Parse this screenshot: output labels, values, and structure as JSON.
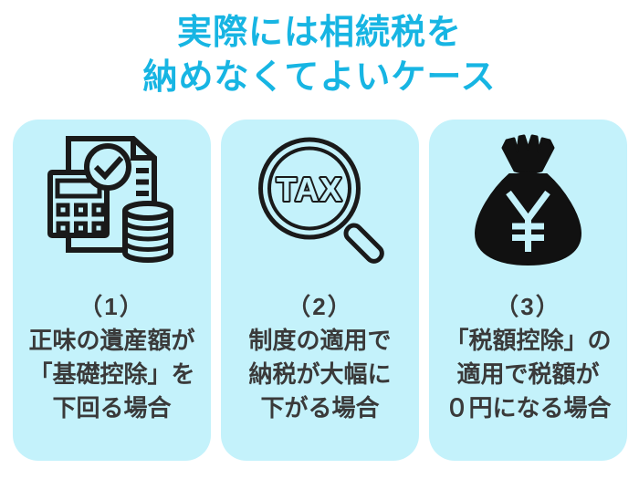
{
  "title": {
    "line1": "実際には相続税を",
    "line2": "納めなくてよいケース"
  },
  "colors": {
    "title_accent": "#17B5E3",
    "card_background": "#C4F2FB",
    "body_text": "#3A3A3A",
    "icon_ink": "#1A1A1A",
    "page_background": "#FFFFFF"
  },
  "icons": {
    "tax_label": "TAX",
    "yen_symbol": "¥"
  },
  "cards": [
    {
      "number": "（1）",
      "icon": "calculator-document-coins-icon",
      "lines": [
        "正味の遺産額が",
        "「基礎控除」を",
        "下回る場合"
      ]
    },
    {
      "number": "（2）",
      "icon": "tax-magnifier-icon",
      "lines": [
        "制度の適用で",
        "納税が大幅に",
        "下がる場合"
      ]
    },
    {
      "number": "（3）",
      "icon": "money-bag-yen-icon",
      "lines": [
        "「税額控除」の",
        "適用で税額が",
        "０円になる場合"
      ]
    }
  ]
}
